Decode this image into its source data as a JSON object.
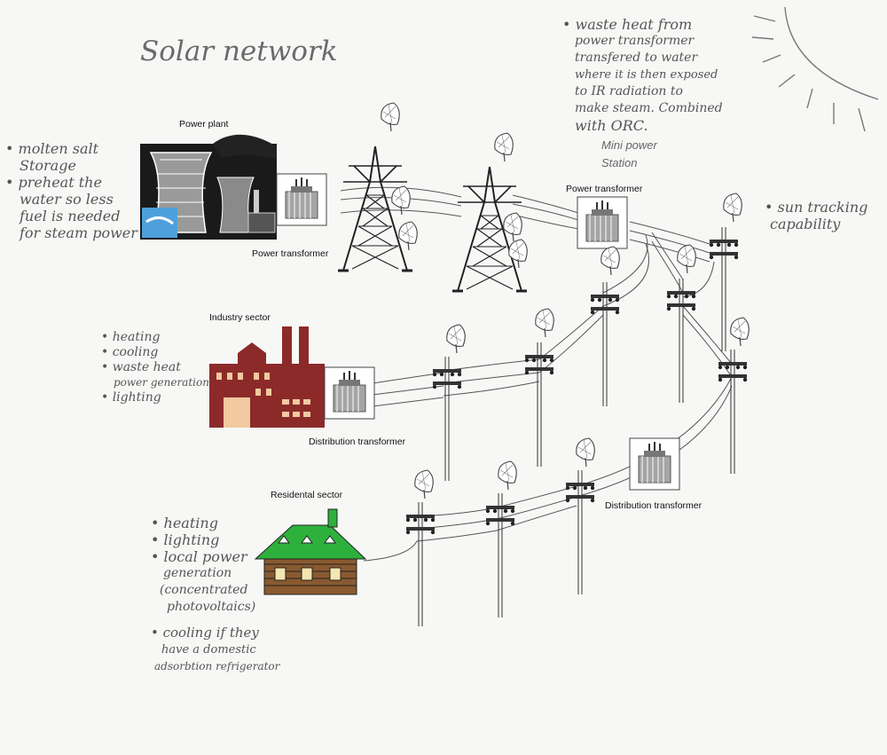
{
  "title": "Solar network",
  "labels": {
    "power_plant": "Power plant",
    "power_transformer_1": "Power transformer",
    "power_transformer_2": "Power transformer",
    "mini_station_1": "Mini power",
    "mini_station_2": "Station",
    "industry_sector": "Industry sector",
    "distribution_transformer_1": "Distribution transformer",
    "residential_sector": "Residental sector",
    "distribution_transformer_2": "Distribution transformer"
  },
  "notes": {
    "power_plant": [
      "• molten salt",
      "Storage",
      "• preheat the",
      "water so less",
      "fuel is needed",
      "for steam power"
    ],
    "waste_heat": [
      "• waste heat from",
      "power transformer",
      "transfered to water",
      "where it is then exposed",
      "to IR radiation to",
      "make steam. Combined",
      "with ORC."
    ],
    "sun_tracking": [
      "• sun tracking",
      "capability"
    ],
    "industry": [
      "• heating",
      "• cooling",
      "• waste heat",
      "power generation",
      "• lighting"
    ],
    "residential": [
      "• heating",
      "• lighting",
      "• local power",
      "generation",
      "(concentrated",
      "photovoltaics)",
      "• cooling if they",
      "have a domestic",
      "adsorbtion refrigerator"
    ]
  },
  "colors": {
    "industry_brick": "#8c2a2a",
    "house_roof": "#2eb13c",
    "house_wall": "#8a5a30",
    "plant_blue": "#4ea0dc",
    "pencil": "#6a6a6a"
  }
}
